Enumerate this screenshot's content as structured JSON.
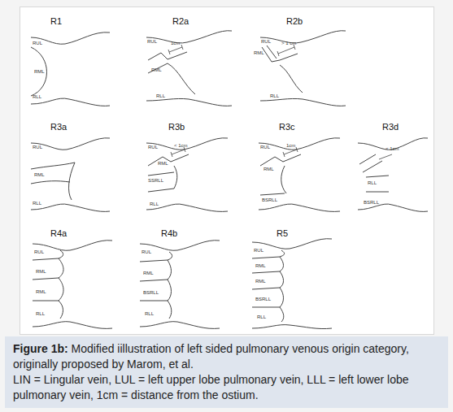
{
  "diagram": {
    "caption": "Modified iillustration of left sided pulmonary venous origin category, originally proposed by Marom, et al.",
    "labels": [
      "R1",
      "RUL",
      "RML",
      "RLL",
      "R2a",
      "RUL",
      "RML",
      "1cm",
      "RLL",
      "R2b",
      "RUL",
      "RML",
      "> 1 cm",
      "RLL",
      "R3a",
      "RUL",
      "RML",
      "RLL",
      "R3b",
      "RUL",
      "RML",
      "< 1cm",
      "SSRLL",
      "RLL",
      "R3c",
      "RUL",
      "RML",
      "1cm",
      "BSRLL",
      "R3d",
      "< 1cm",
      "RLL",
      "BSRLL",
      "R4a",
      "RUL",
      "RML",
      "RML",
      "RLL",
      "R4b",
      "RUL",
      "RML",
      "BSRLL",
      "RLL",
      "R5",
      "RUL",
      "RML",
      "RML",
      "BSRLL",
      "RLL",
      "Figure 1b:",
      "LIN = Lingular vein, LUL = left upper lobe pulmonary vein, LLL = left lower lobe pulmonary vein, 1cm = distance from the ostium."
    ]
  }
}
